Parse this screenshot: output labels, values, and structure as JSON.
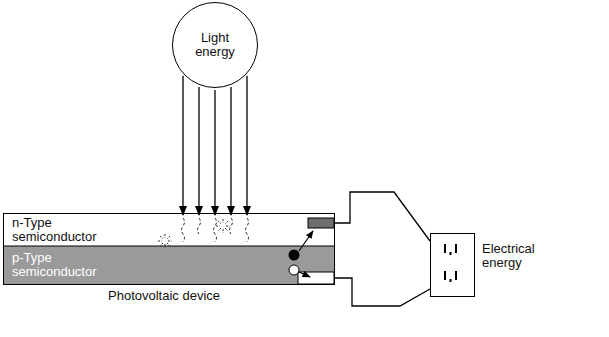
{
  "diagram": {
    "nodes": [
      {
        "text": [
          "Light energy"
        ]
      },
      {
        "text": [
          "Photovoltaic device"
        ]
      },
      {
        "text": [
          "n-Type semiconductor"
        ],
        "in": 1
      },
      {
        "text": [
          "p-Type semiconductor"
        ],
        "in": 1
      },
      {
        "text": [
          "Electrical energy"
        ]
      }
    ],
    "edges": [
      {
        "from": 0,
        "to": 2,
        "arrow": "to"
      },
      {
        "from": 0,
        "to": 2,
        "arrow": "to"
      },
      {
        "from": 0,
        "to": 2,
        "arrow": "to"
      },
      {
        "from": 0,
        "to": 2,
        "arrow": "to"
      },
      {
        "from": 0,
        "to": 2,
        "arrow": "to"
      },
      {
        "from": 2,
        "to": 4,
        "arrow": "none"
      },
      {
        "from": 3,
        "to": 4,
        "arrow": "none"
      }
    ]
  }
}
